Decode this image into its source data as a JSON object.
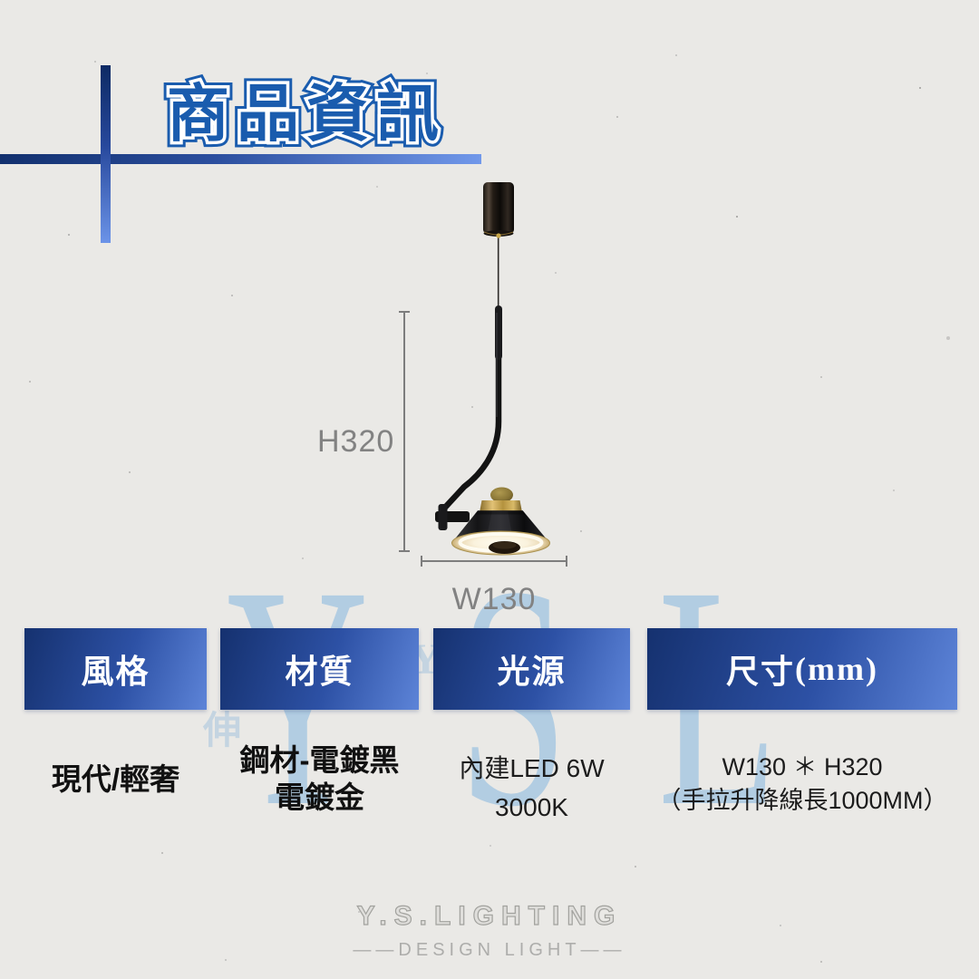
{
  "title": "商品資訊",
  "product_image": {
    "dim_height_label": "H320",
    "dim_width_label": "W130"
  },
  "watermark": {
    "text": "YSL",
    "fragments": [
      "伸",
      "Y"
    ]
  },
  "columns": [
    {
      "header": "風格",
      "lines": [
        "現代/輕奢"
      ]
    },
    {
      "header": "材質",
      "lines": [
        "鋼材-電鍍黑",
        "電鍍金"
      ]
    },
    {
      "header": "光源",
      "lines": [
        "內建LED 6W",
        "3000K"
      ]
    },
    {
      "header": "尺寸",
      "header_suffix": "(mm)",
      "lines": [
        "W130 ＊ H320",
        "（手拉升降線長1000MM）"
      ]
    }
  ],
  "footer": {
    "brand": "Y.S.LIGHTING",
    "tagline": "——DESIGN LIGHT——"
  },
  "colors": {
    "accent_blue": "#1a5cae",
    "box_gradient_dark": "#15316f",
    "box_gradient_light": "#5d84d8",
    "watermark_blue": "#a9cbe4",
    "dimension_gray": "#828282",
    "paper": "#eae9e6"
  }
}
